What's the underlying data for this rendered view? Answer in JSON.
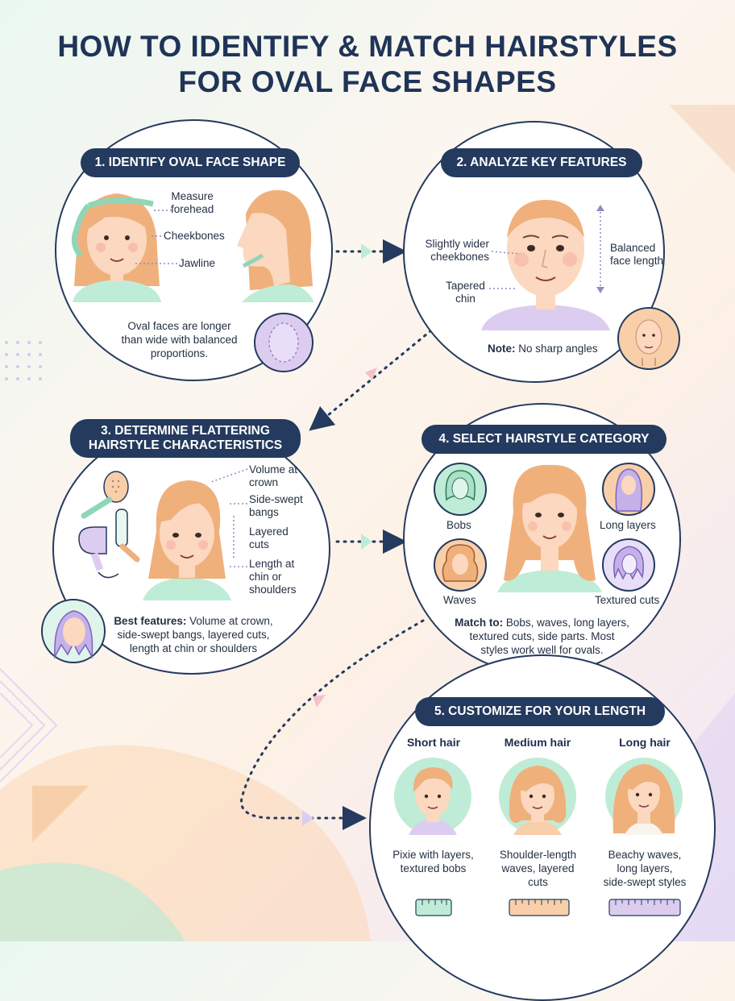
{
  "title": {
    "line1": "HOW TO IDENTIFY & MATCH HAIRSTYLES",
    "line2": "FOR OVAL FACE SHAPES"
  },
  "steps": {
    "s1": {
      "heading": "1. IDENTIFY OVAL FACE SHAPE",
      "labels": {
        "forehead_1": "Measure",
        "forehead_2": "forehead",
        "cheekbones": "Cheekbones",
        "jawline": "Jawline"
      },
      "caption": [
        "Oval faces are longer",
        "than wide with balanced",
        "proportions."
      ]
    },
    "s2": {
      "heading": "2. ANALYZE KEY FEATURES",
      "labels": {
        "cheek_1": "Slightly wider",
        "cheek_2": "cheekbones",
        "chin_1": "Tapered",
        "chin_2": "chin",
        "length_1": "Balanced",
        "length_2": "face length"
      },
      "note_label": "Note:",
      "note_text": "No sharp angles"
    },
    "s3": {
      "heading_1": "3. DETERMINE FLATTERING",
      "heading_2": "HAIRSTYLE CHARACTERISTICS",
      "labels": {
        "crown_1": "Volume at",
        "crown_2": "crown",
        "bangs_1": "Side-swept",
        "bangs_2": "bangs",
        "layered_1": "Layered",
        "layered_2": "cuts",
        "length_1": "Length at",
        "length_2": "chin or",
        "length_3": "shoulders"
      },
      "best_label": "Best features:",
      "best_text_1": "Volume at crown,",
      "best_text_2": "side-swept bangs, layered cuts,",
      "best_text_3": "length at chin or shoulders"
    },
    "s4": {
      "heading": "4. SELECT HAIRSTYLE CATEGORY",
      "categories": {
        "bobs": "Bobs",
        "long_layers": "Long layers",
        "waves": "Waves",
        "textured": "Textured cuts"
      },
      "match_label": "Match to:",
      "match_text_1": "Bobs, waves, long layers,",
      "match_text_2": "textured cuts, side parts. Most",
      "match_text_3": "styles work well for ovals."
    },
    "s5": {
      "heading": "5. CUSTOMIZE FOR YOUR LENGTH",
      "columns": [
        {
          "title": "Short hair",
          "desc": [
            "Pixie with layers,",
            "textured bobs"
          ]
        },
        {
          "title": "Medium hair",
          "desc": [
            "Shoulder-length",
            "waves, layered",
            "cuts"
          ]
        },
        {
          "title": "Long hair",
          "desc": [
            "Beachy waves,",
            "long layers,",
            "side-swept styles"
          ]
        }
      ]
    }
  },
  "colors": {
    "navy": "#243a5e",
    "mint": "#bfecd6",
    "lavender": "#dccdf0",
    "peach": "#f8cfa8",
    "hair": "#f0b07c",
    "skin": "#fbd8bf"
  }
}
